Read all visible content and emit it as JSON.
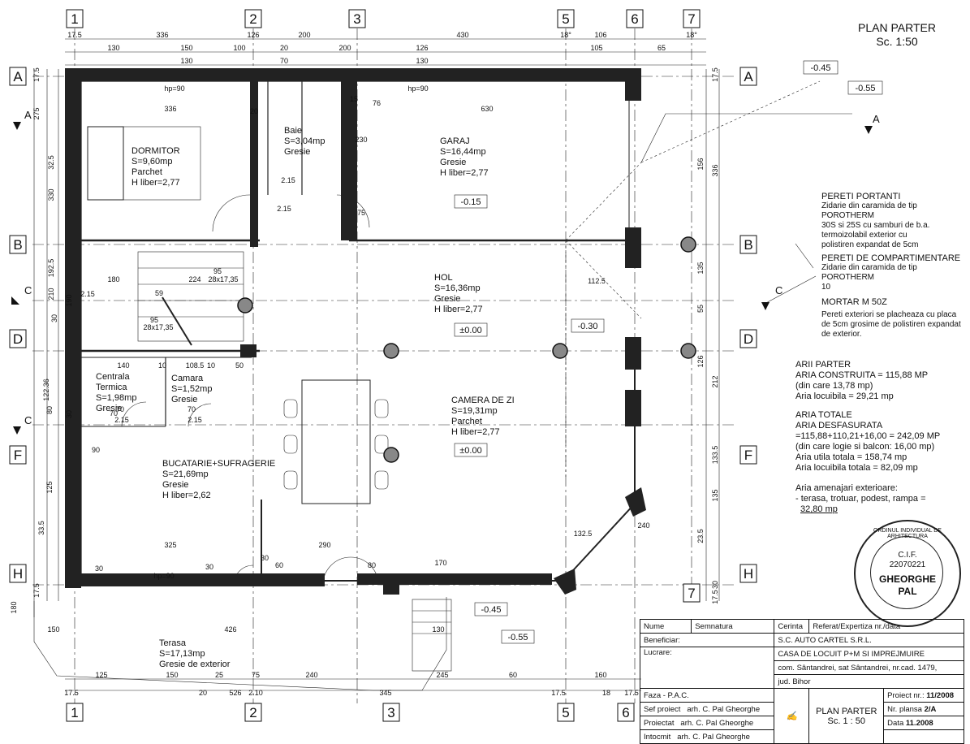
{
  "title": {
    "main": "PLAN PARTER",
    "scale": "Sc. 1:50"
  },
  "levels": [
    "-0.45",
    "-0.55",
    "-0.15",
    "±0.00",
    "±0.00",
    "-0.30",
    "-0.45",
    "-0.55"
  ],
  "axes": {
    "columns": [
      "1",
      "2",
      "3",
      "5",
      "6",
      "7"
    ],
    "rows": [
      "A",
      "B",
      "C",
      "D",
      "F",
      "H"
    ]
  },
  "rooms": [
    {
      "name": "DORMITOR",
      "lines": [
        "S=9,60mp",
        "Parchet",
        "H liber=2,77"
      ]
    },
    {
      "name": "Baie",
      "lines": [
        "S=3,04mp",
        "Gresie"
      ]
    },
    {
      "name": "GARAJ",
      "lines": [
        "S=16,44mp",
        "Gresie",
        "H liber=2,77"
      ]
    },
    {
      "name": "HOL",
      "lines": [
        "S=16,36mp",
        "Gresie",
        "H liber=2,77"
      ]
    },
    {
      "name": "Centrala",
      "lines": [
        "Termica",
        "S=1,98mp",
        "Gresie"
      ]
    },
    {
      "name": "Camara",
      "lines": [
        "S=1,52mp",
        "Gresie"
      ]
    },
    {
      "name": "CAMERA DE ZI",
      "lines": [
        "S=19,31mp",
        "Parchet",
        "H liber=2,77"
      ]
    },
    {
      "name": "BUCATARIE+SUFRAGERIE",
      "lines": [
        "S=21,69mp",
        "Gresie",
        "H liber=2,62"
      ]
    },
    {
      "name": "Terasa",
      "lines": [
        "S=17,13mp",
        "Gresie de exterior"
      ]
    }
  ],
  "dims_top1": [
    "17.5",
    "336",
    "126",
    "200",
    "430",
    "18°",
    "106",
    "18°"
  ],
  "dims_top2": [
    "130",
    "150",
    "100",
    "20",
    "200",
    "126",
    "105",
    "65"
  ],
  "dims_top3": [
    "130",
    "70",
    "130"
  ],
  "dims_bottom1": [
    "125",
    "150",
    "25",
    "75",
    "240",
    "245",
    "60",
    "160"
  ],
  "dims_bottom2": [
    "17.5",
    "20",
    "526",
    "2.10",
    "345",
    "17.5",
    "18",
    "17.5"
  ],
  "dims_bottom3": [
    "150",
    "426",
    "130"
  ],
  "dims_inner": [
    "336",
    "630",
    "hp=90",
    "hp=90",
    "hp=90",
    "20",
    "76",
    "15",
    "230",
    "75",
    "2.15",
    "2.15",
    "70",
    "2.15",
    "95",
    "224",
    "28x17,35",
    "180",
    "59",
    "95",
    "28x17,35",
    "112.5",
    "140",
    "10",
    "108.5",
    "10",
    "50",
    "70",
    "70",
    "325",
    "290",
    "60",
    "80",
    "170",
    "2.15",
    "2.15",
    "132.5",
    "240",
    "90",
    "30",
    "30",
    "30"
  ],
  "dims_left": [
    "17.5",
    "275",
    "32.5",
    "330",
    "192.5",
    "210",
    "190",
    "30",
    "80",
    "30",
    "122.36",
    "125",
    "33.5",
    "17.5",
    "180"
  ],
  "dims_right": [
    "17.5",
    "156",
    "336",
    "135",
    "212",
    "55",
    "126",
    "133.5",
    "135",
    "23.5",
    "30",
    "17.5"
  ],
  "notes": {
    "h1": "PERETI PORTANTI",
    "t1": [
      "Zidarie din caramida de tip POROTHERM",
      "30S si 25S cu samburi de b.a.",
      "termoizolabil exterior cu",
      "polistiren expandat de 5cm"
    ],
    "h2": "PERETI DE COMPARTIMENTARE",
    "t2": [
      "Zidarie din caramida de tip POROTHERM",
      "10"
    ],
    "h3": "MORTAR M 50Z",
    "t3": [
      "Pereti exteriori se placheaza cu placa",
      "de 5cm grosime de polistiren expandat",
      "de exterior."
    ]
  },
  "areas": {
    "h1": "ARII PARTER",
    "l1": [
      "ARIA CONSTRUITA = 115,88 MP",
      "(din care 13,78 mp)",
      "Aria locuibila = 29,21 mp"
    ],
    "h2": "ARIA TOTALE",
    "l2": [
      "ARIA DESFASURATA",
      "=115,88+110,21+16,00  =  242,09 MP",
      "(din care logie si balcon: 16,00 mp)",
      "Aria utila totala = 158,74 mp",
      "Aria locuibila totala = 82,09 mp"
    ],
    "h3": "Aria amenajari exterioare:",
    "l3": [
      "- terasa, trotuar, podest, rampa =",
      "32,80 mp"
    ]
  },
  "stamp": {
    "ring": "ORDINUL INDIVIDUAL DE ARHITECTURA",
    "cif_label": "C.I.F.",
    "cif": "22070221",
    "name1": "GHEORGHE",
    "name2": "PAL"
  },
  "titleblock": {
    "h_nume": "Nume",
    "h_semn": "Semnatura",
    "h_cerinta": "Cerinta",
    "h_ref": "Referat/Expertiza  nr./data",
    "beneficiar_l": "Beneficiar:",
    "beneficiar_v": "S.C. AUTO CARTEL S.R.L.",
    "lucrare_l": "Lucrare:",
    "lucrare_v1": "CASA DE LOCUIT P+M SI IMPREJMUIRE",
    "lucrare_v2": "com. Sântandrei, sat Sântandrei, nr.cad. 1479,",
    "lucrare_v3": "jud. Bihor",
    "faza": "Faza - P.A.C.",
    "sef_l": "Sef proiect",
    "sef_v": "arh. C. Pal Gheorghe",
    "proiectat_l": "Proiectat",
    "proiectat_v": "arh. C. Pal Gheorghe",
    "intocmit_l": "Intocmit",
    "intocmit_v": "arh. C. Pal Gheorghe",
    "plan": "PLAN PARTER",
    "scale": "Sc. 1 : 50",
    "proiect_l": "Proiect nr.:",
    "proiect_v": "11/2008",
    "plansa_l": "Nr. plansa",
    "plansa_v": "2/A",
    "data_l": "Data",
    "data_v": "11.2008"
  },
  "section_marks": [
    "A",
    "A",
    "C",
    "C",
    "C"
  ]
}
